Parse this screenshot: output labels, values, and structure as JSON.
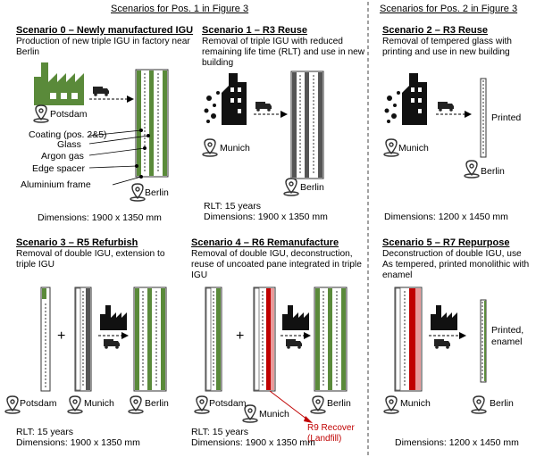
{
  "headers": {
    "left": "Scenarios for Pos. 1 in Figure 3",
    "right": "Scenarios for Pos. 2 in Figure 3"
  },
  "scenarios": [
    {
      "title": "Scenario 0 – Newly manufactured IGU",
      "desc": "Production of new triple IGU in factory near Berlin",
      "origin": "Potsdam",
      "destination": "Berlin",
      "dimensions": "Dimensions: 1900 x 1350 mm",
      "labels": [
        "Coating (pos. 2&5)",
        "Glass",
        "Argon gas",
        "Edge spacer",
        "Aluminium frame"
      ]
    },
    {
      "title": "Scenario 1 – R3 Reuse",
      "desc": "Removal of triple IGU with reduced remaining life time (RLT) and use in new building",
      "origin": "Munich",
      "destination": "Berlin",
      "rlt": "RLT: 15 years",
      "dimensions": "Dimensions: 1900 x 1350 mm"
    },
    {
      "title": "Scenario 2 – R3 Reuse",
      "desc": "Removal of tempered glass with printing and use in new building",
      "origin": "Munich",
      "destination": "Berlin",
      "pane_label": "Printed",
      "dimensions": "Dimensions: 1200 x 1450 mm"
    },
    {
      "title": "Scenario 3 – R5 Refurbish",
      "desc": "Removal of double IGU, extension to triple IGU",
      "origin_a": "Potsdam",
      "origin_b": "Munich",
      "destination": "Berlin",
      "rlt": "RLT: 15 years",
      "dimensions": "Dimensions: 1900 x 1350 mm"
    },
    {
      "title": "Scenario 4 – R6 Remanufacture",
      "desc": "Removal of double IGU, deconstruction, reuse of uncoated pane integrated in triple IGU",
      "origin_a": "Potsdam",
      "origin_b": "Munich",
      "destination": "Berlin",
      "recover": "R9 Recover (Landfill)",
      "rlt": "RLT: 15 years",
      "dimensions": "Dimensions: 1900 x 1350 mm"
    },
    {
      "title": "Scenario 5 – R7 Repurpose",
      "desc": "Deconstruction of double IGU, use As tempered, printed monolithic with enamel",
      "origin": "Munich",
      "destination": "Berlin",
      "pane_label": "Printed, enamel",
      "dimensions": "Dimensions: 1200 x 1450 mm"
    }
  ],
  "plus": "+",
  "colors": {
    "green": "#5a8a3a",
    "gray": "#555555",
    "red": "#c00000",
    "pink": "#e89a9a"
  },
  "icons": [
    "factory-icon",
    "truck-icon",
    "demolition-building-icon",
    "location-pin-icon"
  ]
}
